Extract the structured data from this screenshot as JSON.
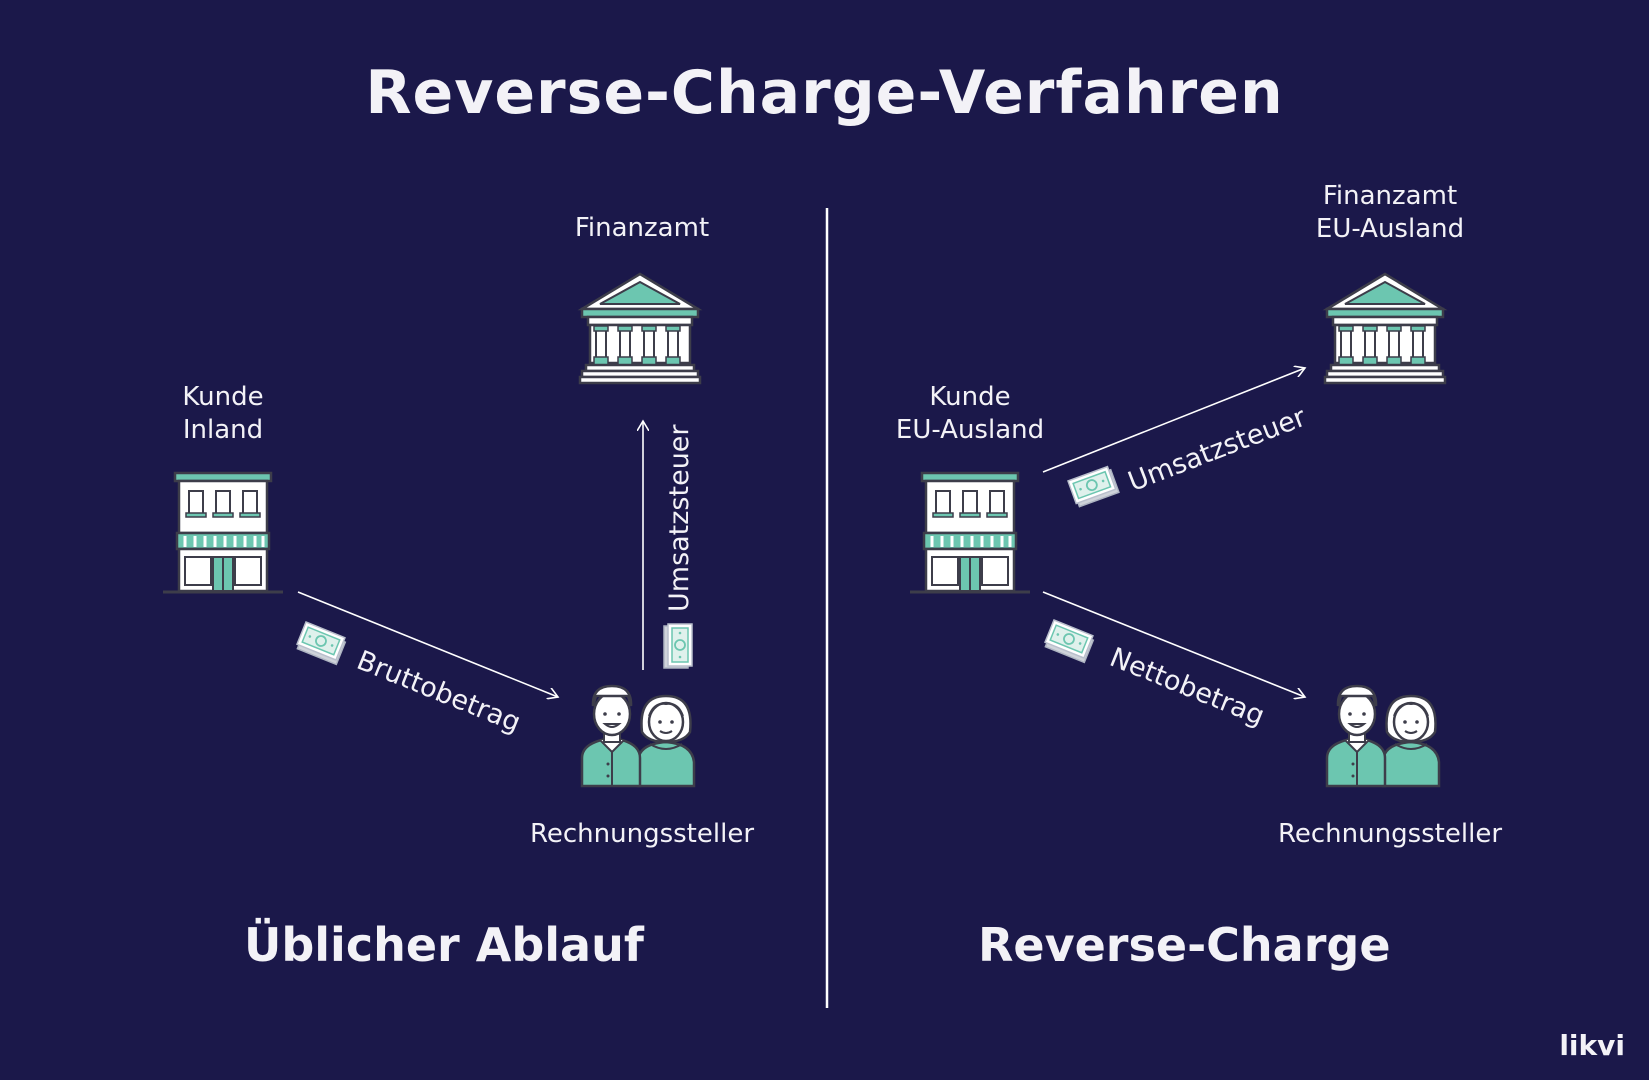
{
  "title": "Reverse-Charge-Verfahren",
  "left": {
    "section_title": "Üblicher Ablauf",
    "finanzamt": "Finanzamt",
    "kunde_line1": "Kunde",
    "kunde_line2": "Inland",
    "rechnungssteller": "Rechnungssteller",
    "arrow_customer_to_biller": "Bruttobetrag",
    "arrow_biller_to_tax_office": "Umsatzsteuer"
  },
  "right": {
    "section_title": "Reverse-Charge",
    "finanzamt_line1": "Finanzamt",
    "finanzamt_line2": "EU-Ausland",
    "kunde_line1": "Kunde",
    "kunde_line2": "EU-Ausland",
    "rechnungssteller": "Rechnungssteller",
    "arrow_customer_to_tax_office": "Umsatzsteuer",
    "arrow_customer_to_biller": "Nettobetrag"
  },
  "brand": "likvi",
  "colors": {
    "background": "#1b184a",
    "accent_teal": "#6cc6b0",
    "text": "#f3f2f7"
  },
  "icons": [
    "tax-office-building-icon",
    "shop-building-icon",
    "people-couple-icon",
    "banknote-icon"
  ]
}
